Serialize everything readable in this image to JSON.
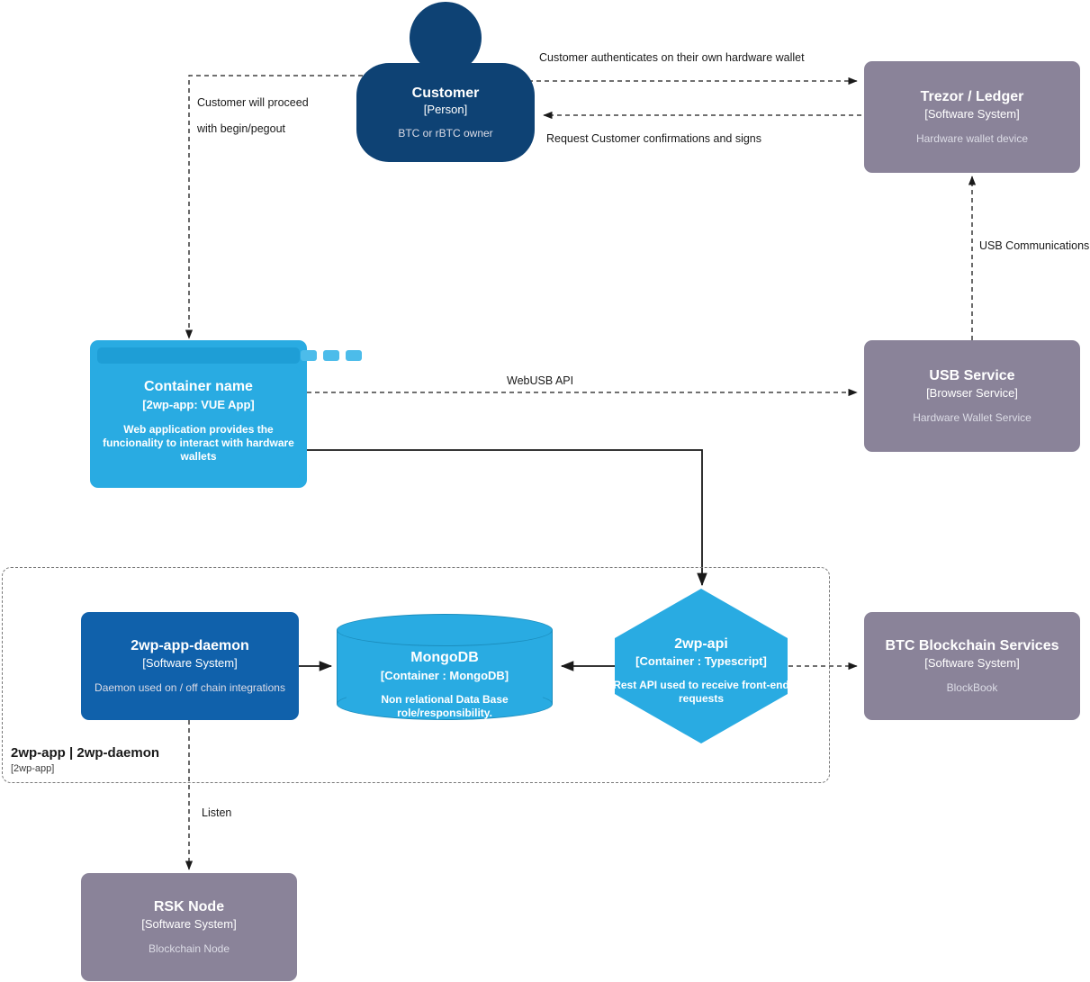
{
  "diagram": {
    "type": "c4-container-diagram",
    "background": "#ffffff",
    "palette": {
      "person": "#0e4274",
      "software_system": "#8a8399",
      "container_primary": "#1061ab",
      "container_secondary": "#29abe2",
      "edge": "#1a1a1a",
      "boundary": "#787878",
      "text_light": "#ffffff",
      "text_muted": "#dcdce6"
    }
  },
  "nodes": {
    "customer": {
      "name": "Customer",
      "tech": "[Person]",
      "description": "BTC or rBTC owner",
      "shape": "person",
      "color": "#0e4274"
    },
    "trezor_ledger": {
      "name": "Trezor / Ledger",
      "tech": "[Software System]",
      "description": "Hardware wallet device",
      "shape": "rounded-box",
      "color": "#8a8399"
    },
    "usb_service": {
      "name": "USB Service",
      "tech": "[Browser Service]",
      "description": "Hardware Wallet Service",
      "shape": "rounded-box",
      "color": "#8a8399"
    },
    "container_name": {
      "name": "Container name",
      "tech": "[2wp-app: VUE App]",
      "description": "Web application provides the funcionality to interact with hardware wallets",
      "shape": "browser-window",
      "color": "#29abe2"
    },
    "daemon": {
      "name": "2wp-app-daemon",
      "tech": "[Software System]",
      "description": "Daemon used on / off chain integrations",
      "shape": "rounded-box",
      "color": "#1061ab"
    },
    "mongodb": {
      "name": "MongoDB",
      "tech": "[Container : MongoDB]",
      "description": "Non relational Data Base role/responsibility.",
      "shape": "cylinder",
      "color": "#29abe2"
    },
    "api": {
      "name": "2wp-api",
      "tech": "[Container : Typescript]",
      "description": "Rest API used to receive front-end requests",
      "shape": "hexagon",
      "color": "#29abe2"
    },
    "btc_services": {
      "name": "BTC Blockchain Services",
      "tech": "[Software System]",
      "description": "BlockBook",
      "shape": "rounded-box",
      "color": "#8a8399"
    },
    "rsk_node": {
      "name": "RSK Node",
      "tech": "[Software System]",
      "description": "Blockchain Node",
      "shape": "rounded-box",
      "color": "#8a8399"
    }
  },
  "boundary": {
    "title": "2wp-app | 2wp-daemon",
    "tech": "[2wp-app]"
  },
  "edges": [
    {
      "id": "customer-to-trezor",
      "label": "Customer authenticates on their own hardware wallet",
      "style": "dashed",
      "from": "customer",
      "to": "trezor_ledger"
    },
    {
      "id": "trezor-to-customer",
      "label": "Request Customer confirmations and signs",
      "style": "dashed",
      "from": "trezor_ledger",
      "to": "customer"
    },
    {
      "id": "customer-to-app-1",
      "label": "Customer will proceed",
      "style": "dashed",
      "from": "customer",
      "to": "container_name"
    },
    {
      "id": "customer-to-app-2",
      "label": "with begin/pegout",
      "style": "dashed",
      "from": "customer",
      "to": "container_name"
    },
    {
      "id": "app-to-usb",
      "label": "WebUSB API",
      "style": "dashed",
      "from": "container_name",
      "to": "usb_service"
    },
    {
      "id": "usb-to-trezor",
      "label": "USB Communications",
      "style": "dashed",
      "from": "usb_service",
      "to": "trezor_ledger"
    },
    {
      "id": "app-to-api",
      "label": "",
      "style": "solid",
      "from": "container_name",
      "to": "api"
    },
    {
      "id": "daemon-to-mongo",
      "label": "",
      "style": "solid",
      "from": "daemon",
      "to": "mongodb"
    },
    {
      "id": "api-to-mongo",
      "label": "",
      "style": "solid",
      "from": "api",
      "to": "mongodb"
    },
    {
      "id": "api-to-btc",
      "label": "",
      "style": "dashed",
      "from": "api",
      "to": "btc_services"
    },
    {
      "id": "daemon-to-rsk",
      "label": "Listen",
      "style": "dashed",
      "from": "daemon",
      "to": "rsk_node"
    }
  ]
}
